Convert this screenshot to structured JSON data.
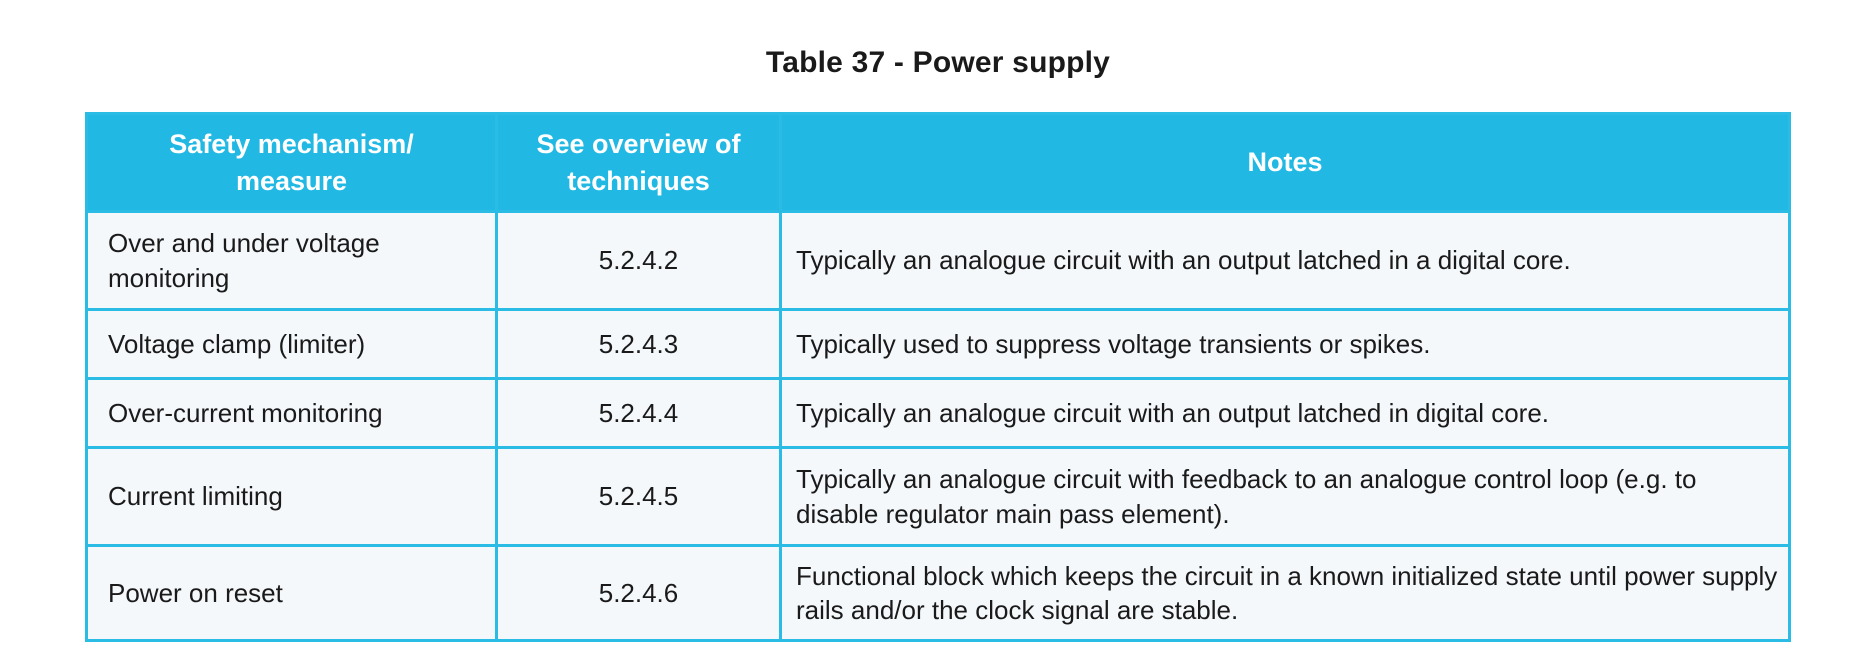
{
  "page": {
    "title": "Table 37 - Power supply"
  },
  "table": {
    "headers": [
      "Safety mechanism/\nmeasure",
      "See overview of\ntechniques",
      "Notes"
    ],
    "rows": [
      {
        "mechanism": "Over and under voltage monitoring",
        "ref": "5.2.4.2",
        "notes": "Typically an analogue circuit with an output latched in a digital core."
      },
      {
        "mechanism": "Voltage clamp (limiter)",
        "ref": "5.2.4.3",
        "notes": "Typically used to suppress voltage transients or spikes."
      },
      {
        "mechanism": "Over-current monitoring",
        "ref": "5.2.4.4",
        "notes": "Typically an analogue circuit with an output latched in digital core."
      },
      {
        "mechanism": "Current limiting",
        "ref": "5.2.4.5",
        "notes": "Typically an analogue circuit with feedback to an analogue control loop (e.g. to disable regulator main pass element)."
      },
      {
        "mechanism": "Power on reset",
        "ref": "5.2.4.6",
        "notes": "Functional block which keeps the circuit in a known initialized state until power supply rails and/or the clock signal are stable."
      }
    ]
  },
  "colors": {
    "header_bg": "#21B8E3",
    "border": "#2ABCE5",
    "row_bg": "#F4F8FB",
    "header_text": "#FFFFFF",
    "body_text": "#1A1A1A"
  }
}
